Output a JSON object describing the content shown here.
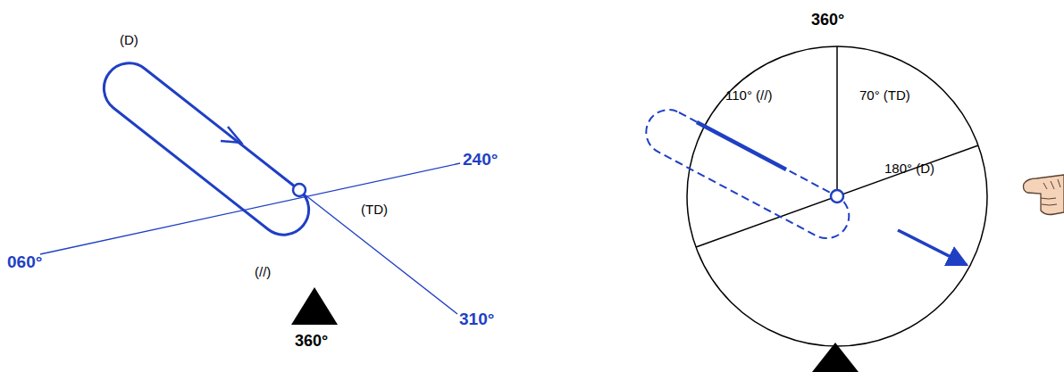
{
  "diagram": {
    "labels": [
      "(D)",
      "240°",
      "(TD)",
      "060°",
      "(//)",
      "310°",
      "360°",
      "360°",
      "110° (//)",
      "70° (TD)",
      "180° (D)"
    ]
  }
}
